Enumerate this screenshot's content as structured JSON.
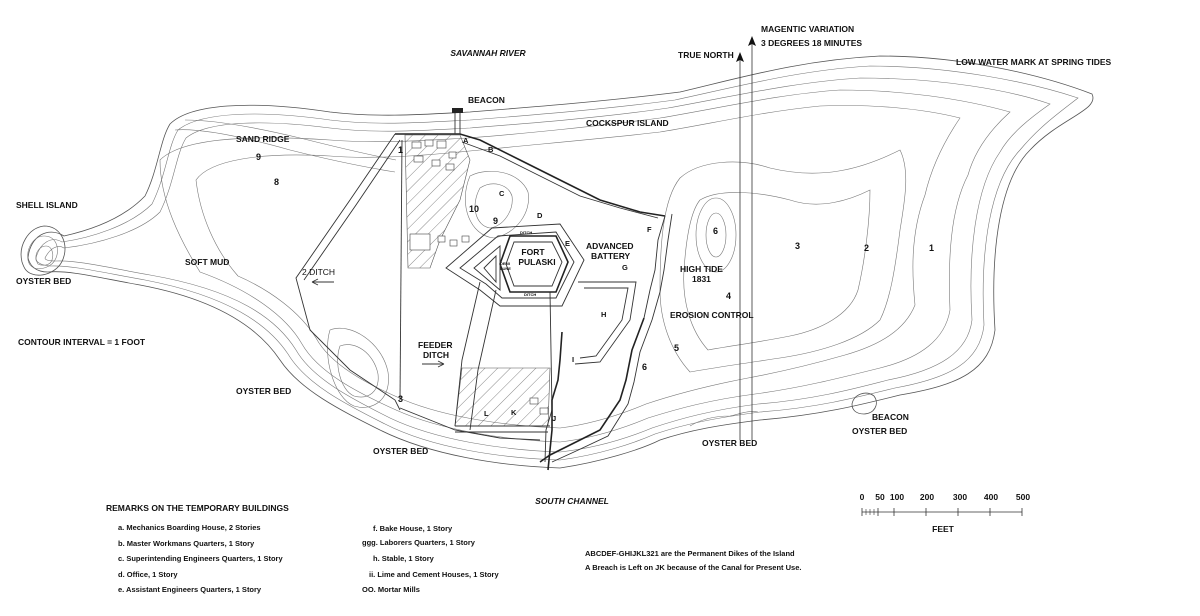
{
  "water_labels": {
    "savannah_river": "SAVANNAH RIVER",
    "south_channel": "SOUTH CHANNEL"
  },
  "map_labels": {
    "true_north": "TRUE NORTH",
    "magnetic_variation_1": "MAGENTIC VARIATION",
    "magnetic_variation_2": "3 DEGREES 18 MINUTES",
    "low_water_mark": "LOW WATER MARK AT SPRING TIDES",
    "beacon_top": "BEACON",
    "cockspur_island": "COCKSPUR ISLAND",
    "sand_ridge": "SAND RIDGE",
    "shell_island": "SHELL ISLAND",
    "soft_mud": "SOFT MUD",
    "oyster_bed_left": "OYSTER BED",
    "contour_interval": "CONTOUR INTERVAL = 1 FOOT",
    "oyster_bed_mid_left": "OYSTER BED",
    "oyster_bed_bottom": "OYSTER BED",
    "oyster_bed_bottom_right": "OYSTER BED",
    "beacon_right": "BEACON",
    "oyster_bed_right": "OYSTER BED",
    "ditch": "2 DITCH",
    "feeder_ditch_1": "FEEDER",
    "feeder_ditch_2": "DITCH",
    "fort_1": "FORT",
    "fort_2": "PULASKI",
    "advanced_battery_1": "ADVANCED",
    "advanced_battery_2": "BATTERY",
    "high_tide_1": "HIGH TIDE",
    "high_tide_2": "1831",
    "erosion_control": "EROSION CONTROL",
    "fort_ditch_top": "DITCH",
    "fort_ditch_bottom": "DITCH",
    "demilune_1": "DEMI",
    "demilune_2": "LUNE"
  },
  "dike_letters": [
    "A",
    "B",
    "C",
    "D",
    "E",
    "F",
    "G",
    "H",
    "I",
    "J",
    "K",
    "L"
  ],
  "contour_numbers": {
    "n9_ridge": "9",
    "n8": "8",
    "n1_fort": "1",
    "n10": "10",
    "n9_fort": "9",
    "n3_bottom": "3",
    "n6_island": "6",
    "n3_shoal": "3",
    "n2_shoal": "2",
    "n1_shoal": "1",
    "n4": "4",
    "n5": "5",
    "n6_shore": "6"
  },
  "scale": {
    "ticks": [
      "0",
      "50",
      "100",
      "200",
      "300",
      "400",
      "500"
    ],
    "unit": "FEET"
  },
  "remarks": {
    "title": "REMARKS ON THE TEMPORARY BUILDINGS",
    "left_items": [
      "a. Mechanics Boarding House, 2 Stories",
      "b. Master Workmans Quarters, 1 Story",
      "c. Superintending Engineers Quarters, 1 Story",
      "d. Office, 1 Story",
      "e. Assistant Engineers Quarters, 1 Story"
    ],
    "right_items": [
      "f. Bake House, 1 Story",
      "ggg. Laborers Quarters, 1 Story",
      "h. Stable, 1 Story",
      "ii. Lime and Cement Houses, 1 Story",
      "OO. Mortar Mills"
    ]
  },
  "dikes_note": {
    "line1": "ABCDEF-GHIJKL321 are the Permanent Dikes of the Island",
    "line2": "A Breach is Left on JK because of the Canal for Present Use."
  }
}
